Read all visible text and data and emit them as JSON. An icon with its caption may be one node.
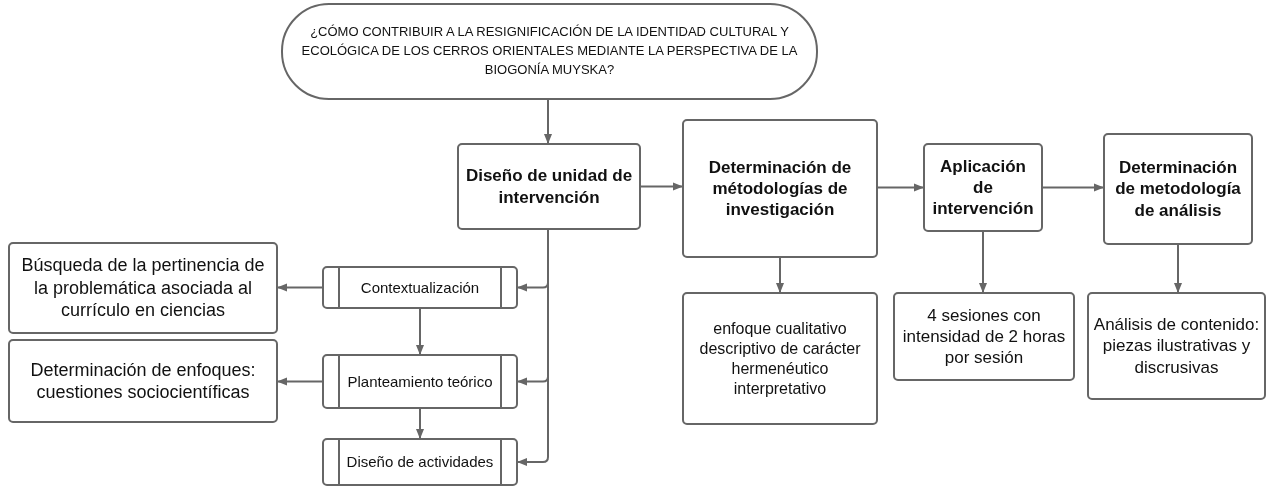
{
  "diagram": {
    "nodes": [
      {
        "text": [
          "¿CÓMO CONTRIBUIR A LA RESIGNIFICACIÓN  DE LA IDENTIDAD CULTURAL Y ECOLÓGICA DE LOS CERROS ORIENTALES MEDIANTE LA PERSPECTIVA DE LA BIOGONÍA MUYSKA?"
        ]
      },
      {
        "text": [
          "Diseño de unidad de intervención"
        ]
      },
      {
        "text": [
          "Determinación de métodologías de investigación"
        ]
      },
      {
        "text": [
          "Aplicación de intervención"
        ]
      },
      {
        "text": [
          "Determinación de metodología de análisis"
        ]
      },
      {
        "text": [
          "Contextualización"
        ]
      },
      {
        "text": [
          "Búsqueda de la pertinencia de la problemática asociada al currículo en ciencias"
        ]
      },
      {
        "text": [
          "Planteamiento teórico"
        ]
      },
      {
        "text": [
          "Determinación de enfoques: cuestiones sociocientíficas"
        ]
      },
      {
        "text": [
          "Diseño de actividades"
        ]
      },
      {
        "text": [
          "enfoque cualitativo descriptivo de carácter hermenéutico interpretativo"
        ]
      },
      {
        "text": [
          "4 sesiones con intensidad de 2 horas por sesión"
        ]
      },
      {
        "text": [
          "Análisis de contenido: piezas ilustrativas y discrusivas"
        ]
      }
    ],
    "edges": [
      {
        "from": 0,
        "to": 1,
        "arrow": "to"
      },
      {
        "from": 1,
        "to": 2,
        "arrow": "to"
      },
      {
        "from": 2,
        "to": 3,
        "arrow": "to"
      },
      {
        "from": 3,
        "to": 4,
        "arrow": "to"
      },
      {
        "from": 1,
        "to": 5,
        "arrow": "to"
      },
      {
        "from": 1,
        "to": 7,
        "arrow": "to"
      },
      {
        "from": 1,
        "to": 9,
        "arrow": "to"
      },
      {
        "from": 5,
        "to": 6,
        "arrow": "to"
      },
      {
        "from": 7,
        "to": 8,
        "arrow": "to"
      },
      {
        "from": 5,
        "to": 7,
        "arrow": "to"
      },
      {
        "from": 7,
        "to": 9,
        "arrow": "to"
      },
      {
        "from": 2,
        "to": 10,
        "arrow": "to"
      },
      {
        "from": 3,
        "to": 11,
        "arrow": "to"
      },
      {
        "from": 4,
        "to": 12,
        "arrow": "to"
      }
    ]
  }
}
